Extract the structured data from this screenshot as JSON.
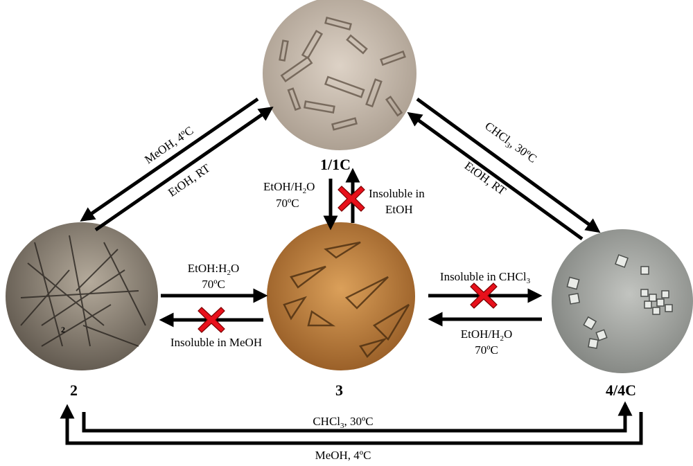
{
  "compounds": {
    "c1": "1/1C",
    "c2": "2",
    "c3": "3",
    "c4": "4/4C",
    "inset_2": "2"
  },
  "conditions": {
    "to2_top": "MeOH, 4ºC",
    "to1_bottom": "EtOH, RT",
    "to4_top_pre": "CHCl",
    "to4_top_sub": "3",
    "to4_top_post": ", 30ºC",
    "to1_right": "EtOH, RT",
    "ethwater_v_pre": "EtOH/H",
    "ethwater_v_sub": "2",
    "ethwater_v_post": "O",
    "temp_v": "70ºC",
    "insol_etoh_1": "Insoluble in",
    "insol_etoh_2": "EtOH",
    "ethwater_h_pre": "EtOH:H",
    "ethwater_h_sub": "2",
    "ethwater_h_post": "O",
    "temp_h": "70ºC",
    "insol_meoh": "Insoluble in MeOH",
    "insol_chcl_pre": "Insoluble in CHCl",
    "insol_chcl_sub": "3",
    "ethwater_r_pre": "EtOH/H",
    "ethwater_r_sub": "2",
    "ethwater_r_post": "O",
    "temp_r": "70ºC",
    "bottom_chcl_pre": "CHCl",
    "bottom_chcl_sub": "3",
    "bottom_chcl_post": ", 30ºC",
    "bottom_meoh": "MeOH, 4ºC"
  },
  "colors": {
    "cross": "#e8101b",
    "crystal1_bg": "#cbbfb2",
    "crystal2_bg": "#8f8678",
    "crystal3_bg": "#c77f35",
    "crystal4_bg": "#a6a8a4"
  }
}
